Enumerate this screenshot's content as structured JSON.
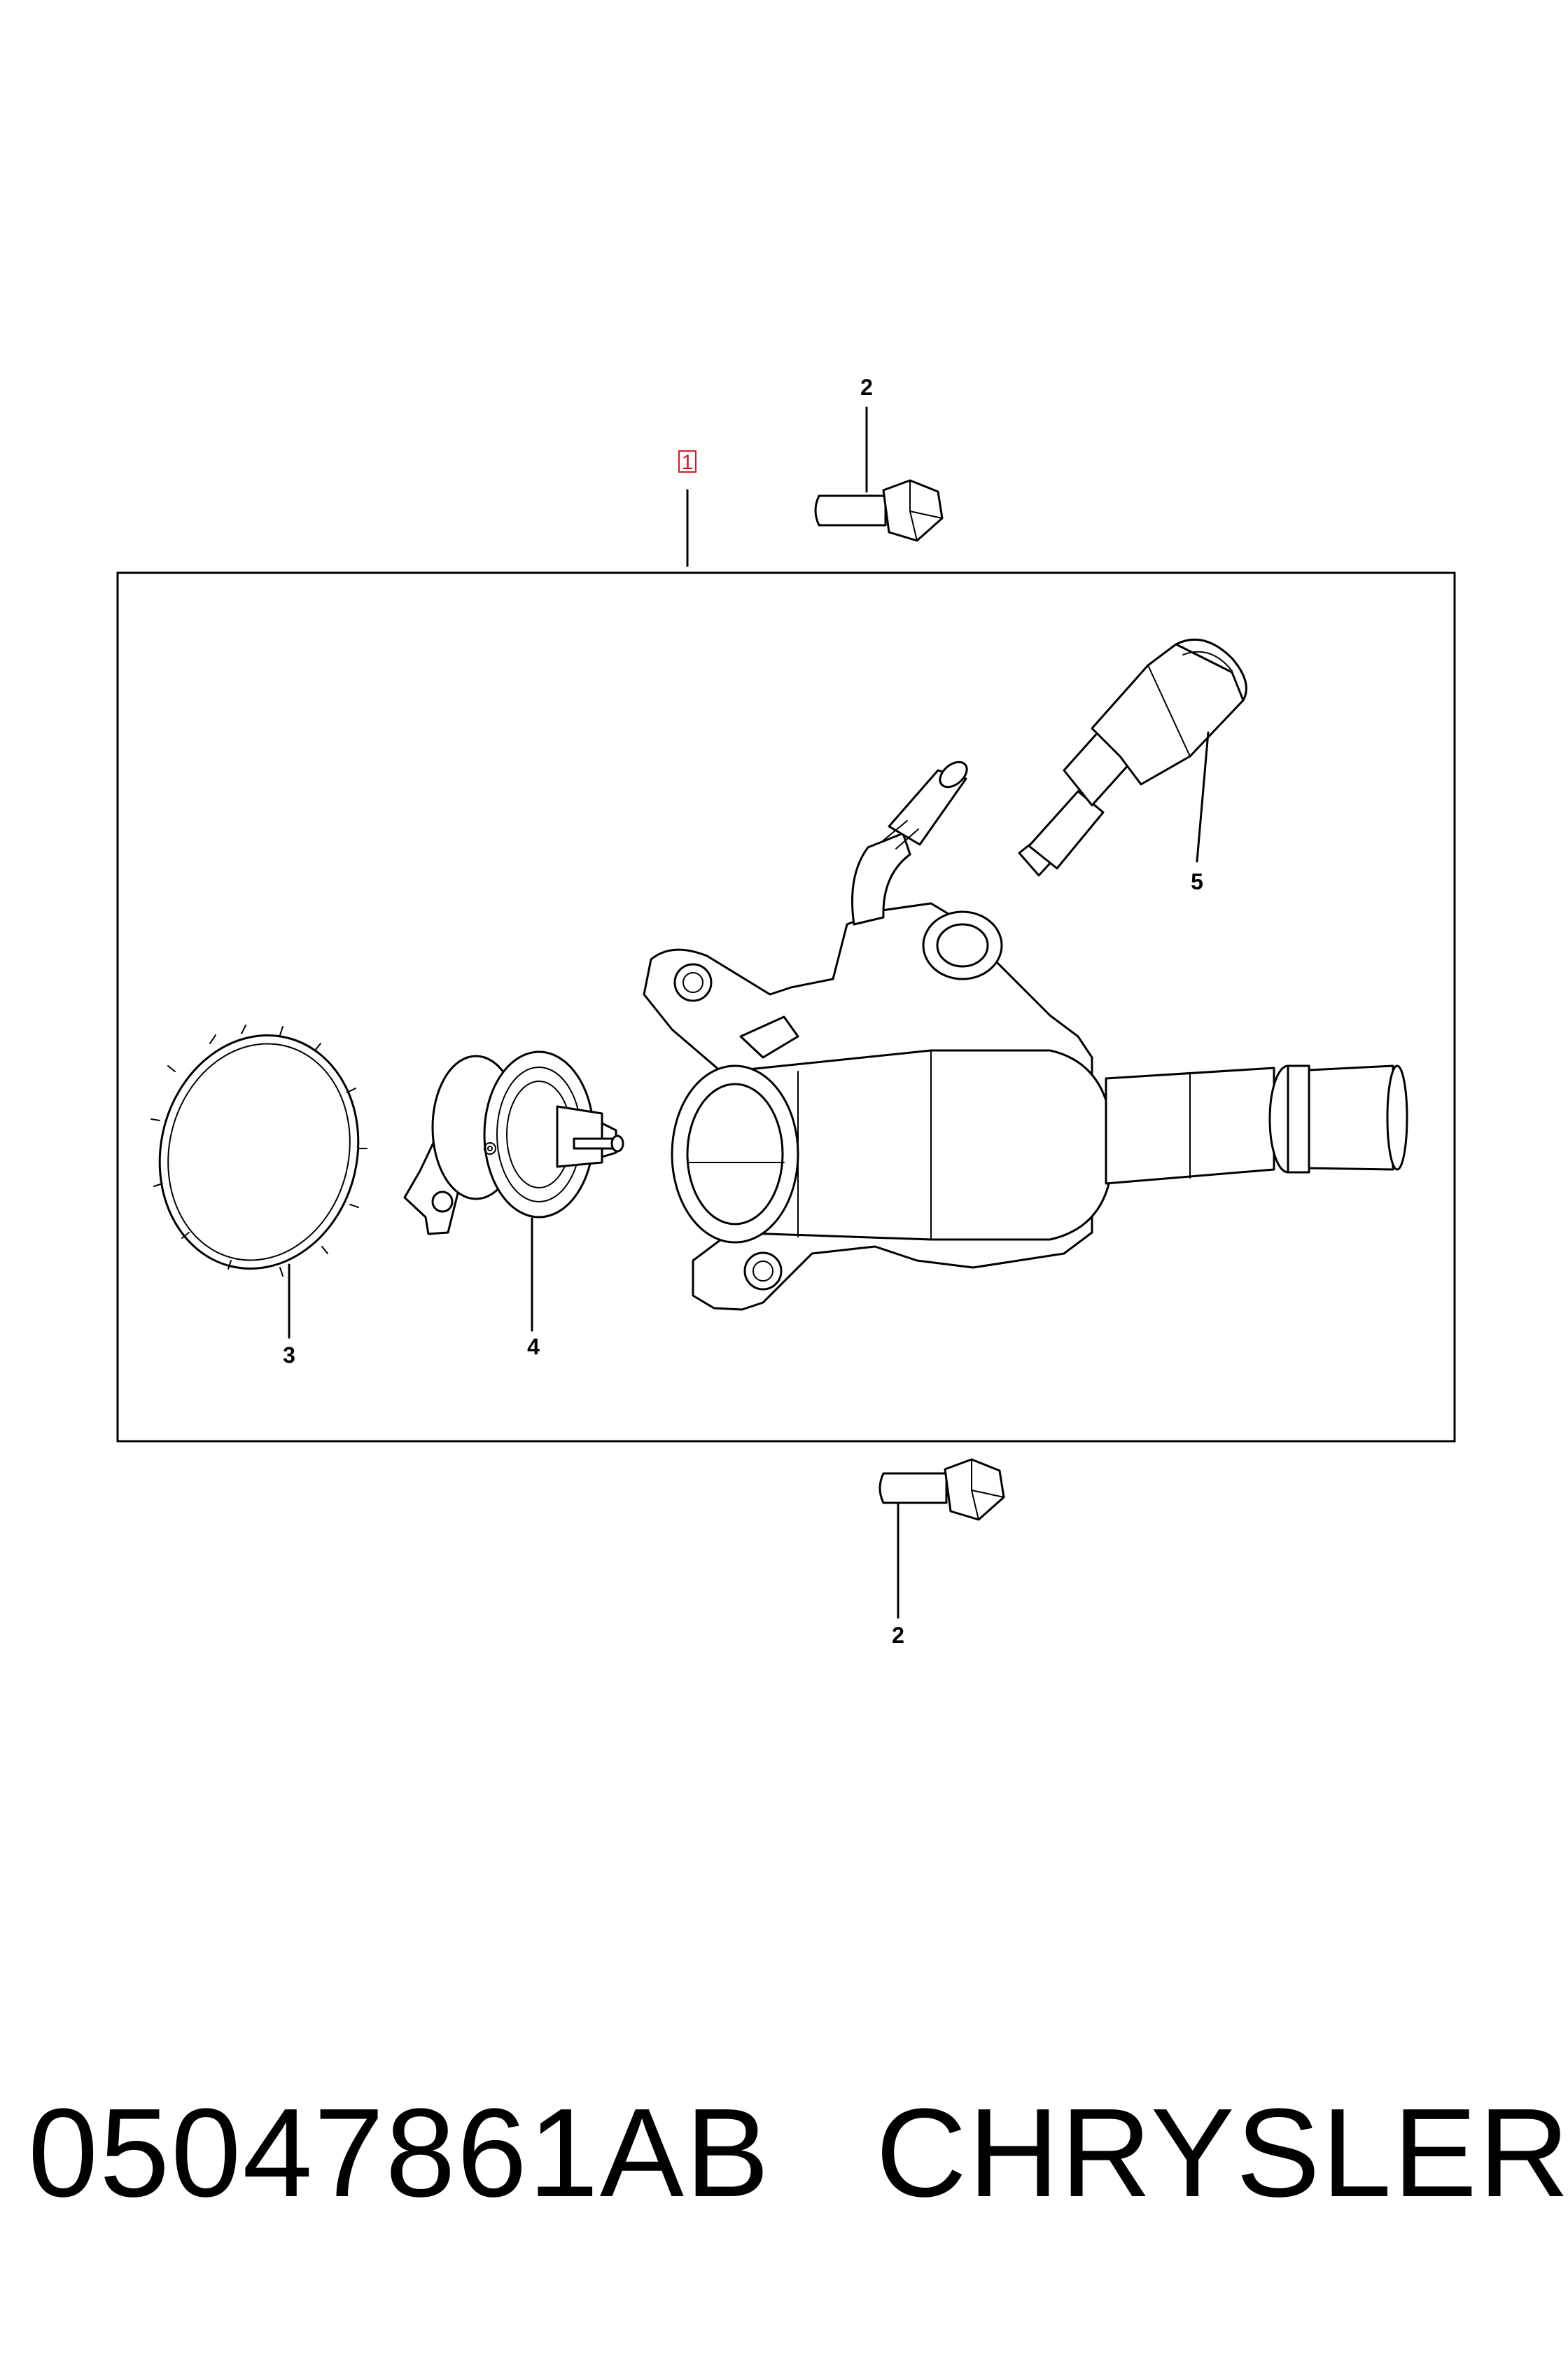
{
  "diagram": {
    "callouts": {
      "part1": "1",
      "part2_top": "2",
      "part2_bottom": "2",
      "part3": "3",
      "part4": "4",
      "part5": "5"
    },
    "colors": {
      "line": "#000000",
      "highlight_callout": "#d21b2a",
      "background": "#ffffff"
    }
  },
  "footer": {
    "part_number": "05047861AB",
    "brand": "CHRYSLER"
  }
}
